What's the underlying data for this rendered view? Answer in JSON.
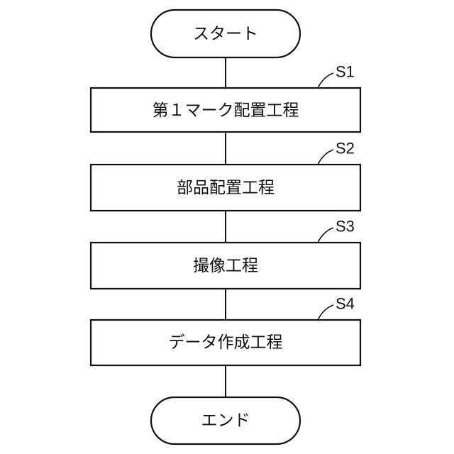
{
  "flowchart": {
    "start": {
      "label": "スタート"
    },
    "steps": [
      {
        "ref": "S1",
        "label": "第１マーク配置工程"
      },
      {
        "ref": "S2",
        "label": "部品配置工程"
      },
      {
        "ref": "S3",
        "label": "撮像工程"
      },
      {
        "ref": "S4",
        "label": "データ作成工程"
      }
    ],
    "end": {
      "label": "エンド"
    }
  }
}
